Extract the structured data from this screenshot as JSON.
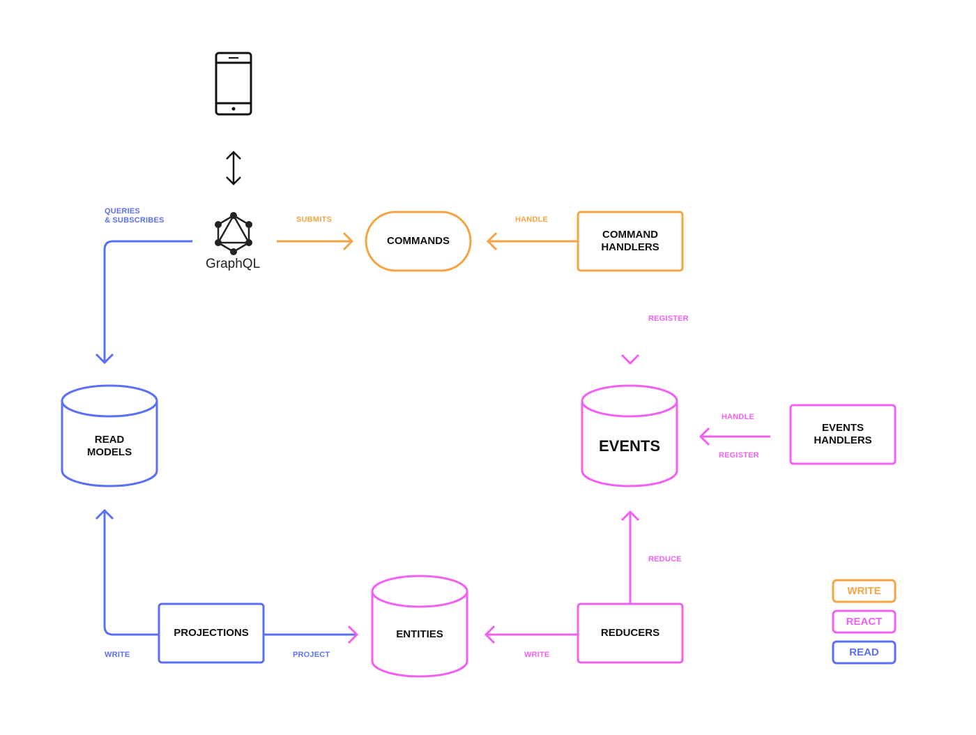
{
  "colors": {
    "write": "#F6A443",
    "react": "#F160F2",
    "read": "#5B6EF5",
    "ink": "#111111"
  },
  "icons": {
    "client": "phone-icon",
    "gateway": "graphql-logo-icon"
  },
  "nodes": {
    "graphql": "GraphQL",
    "commands": "COMMANDS",
    "command_handlers": [
      "COMMAND",
      "HANDLERS"
    ],
    "read_models": [
      "READ",
      "MODELS"
    ],
    "events": "EVENTS",
    "events_handlers": [
      "EVENTS",
      "HANDLERS"
    ],
    "projections": "PROJECTIONS",
    "entities": "ENTITIES",
    "reducers": "REDUCERS"
  },
  "edges": {
    "queries": [
      "QUERIES",
      "& SUBSCRIBES"
    ],
    "submits": "SUBMITS",
    "handle_commands": "HANDLE",
    "register_events": "REGISTER",
    "handle_events": "HANDLE",
    "register_handlers": "REGISTER",
    "reduce": "REDUCE",
    "write_entities": "WRITE",
    "project": "PROJECT",
    "write_read_models": "WRITE"
  },
  "legend": [
    {
      "label": "WRITE",
      "color": "#F6A443"
    },
    {
      "label": "REACT",
      "color": "#F160F2"
    },
    {
      "label": "READ",
      "color": "#5B6EF5"
    }
  ]
}
